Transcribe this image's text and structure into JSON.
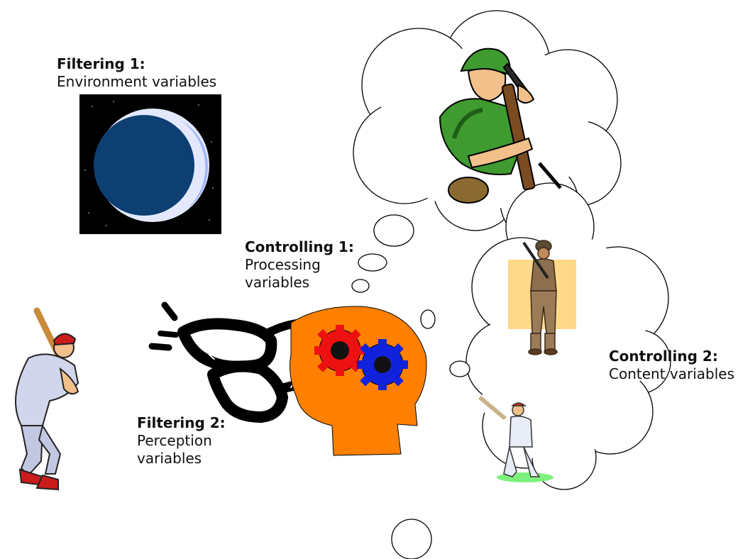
{
  "labels": {
    "filtering_1": {
      "heading": "Filtering 1:",
      "text": "Environment variables"
    },
    "controlling_1": {
      "heading": "Controlling 1:",
      "line1": "Processing",
      "line2": "variables"
    },
    "controlling_2": {
      "heading": "Controlling 2:",
      "text": "Content variables"
    },
    "filtering_2": {
      "heading": "Filtering 2:",
      "line1": "Perception",
      "line2": "variables"
    }
  },
  "colors": {
    "night_sky": "#000000",
    "moon_blue": "#0d3f73",
    "moon_crescent": "#e3e8ff",
    "head_orange": "#ff8000",
    "gear_red": "#ee1111",
    "gear_blue": "#1122dd",
    "soldier_green": "#3f9a2f",
    "skin": "#f2c08b",
    "tan_panel": "#ffd98a",
    "camo": "#8d6e4e",
    "grass_green": "#7cf27c"
  },
  "icons": [
    "moon-clipart",
    "soldier-clipart",
    "desert-soldier-clipart",
    "batter-clipart",
    "small-batter-clipart",
    "glasses-clipart",
    "head-gears-clipart"
  ]
}
